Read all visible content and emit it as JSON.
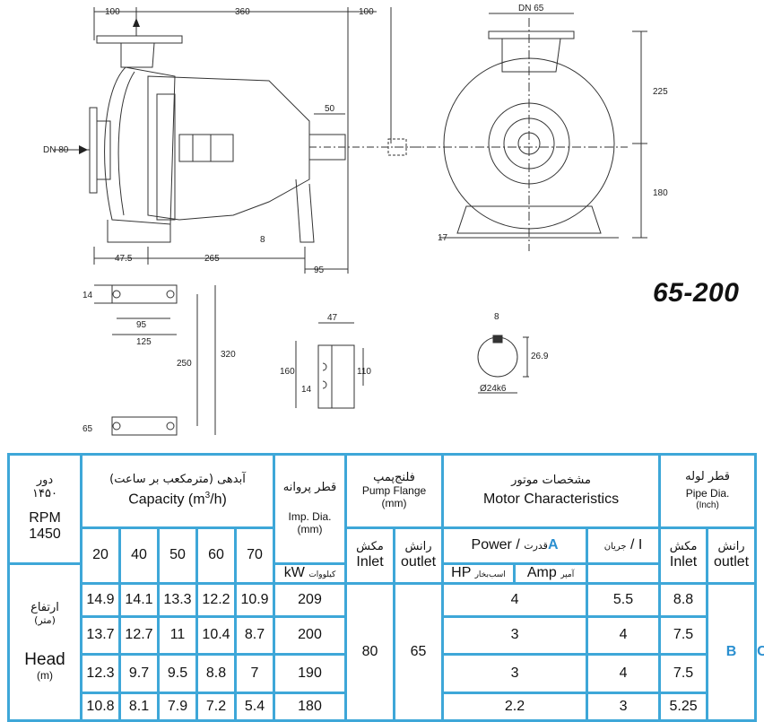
{
  "drawing": {
    "model": "65-200",
    "dims": {
      "d100a": "100",
      "d360": "360",
      "d100b": "100",
      "dn65": "DN 65",
      "d50": "50",
      "dn80": "DN 80",
      "d225": "225",
      "d180": "180",
      "d8": "8",
      "d17": "17",
      "d475": "47.5",
      "d265": "265",
      "d95a": "95",
      "d14a": "14",
      "d95b": "95",
      "d125": "125",
      "d250": "250",
      "d320": "320",
      "d65": "65",
      "d47": "47",
      "d160": "160",
      "d110": "110",
      "d14b": "14",
      "d8b": "8",
      "d269": "26.9",
      "d24k6": "Ø24k6"
    }
  },
  "table": {
    "rpm_fa": "دور",
    "rpm_fa_value": "۱۴۵۰",
    "rpm_en": "RPM",
    "rpm_en_value": "1450",
    "capacity_fa": "آبدهی (مترمکعب بر ساعت)",
    "capacity_en_pre": "Capacity (m",
    "capacity_en_sup": "3",
    "capacity_en_post": "/h)",
    "imp_fa": "قطر پروانه",
    "imp_en": "Imp. Dia.",
    "imp_unit": "(mm)",
    "flange_fa": "فلنج‌پمپ",
    "flange_en": "Pump Flange",
    "flange_unit": "(mm)",
    "motor_fa": "مشخصات موتور",
    "motor_en": "Motor Characteristics",
    "pipe_fa": "قطر لوله",
    "pipe_en": "Pipe Dia.",
    "pipe_unit": "(Inch)",
    "capacities": [
      "20",
      "40",
      "50",
      "60",
      "70"
    ],
    "inlet_fa": "مکش",
    "inlet_en": "Inlet",
    "outlet_fa": "رانش",
    "outlet_en": "outlet",
    "power_en": "Power",
    "power_sep": "/",
    "power_fa": "قدرت",
    "power_mark": "A",
    "current_fa": "جریان",
    "current_sep": "/",
    "current_en": "I",
    "kw_en": "kW",
    "kw_fa": "کیلووات",
    "hp_en": "HP",
    "hp_fa": "اسب‌بخار",
    "amp_en": "Amp",
    "amp_fa": "آمپر",
    "head_fa": "ارتفاع",
    "head_fa_unit": "(متر)",
    "head_en": "Head",
    "head_en_unit": "(m)",
    "rows": [
      {
        "heads": [
          "14.9",
          "14.1",
          "13.3",
          "12.2",
          "10.9"
        ],
        "imp": "209",
        "kw": "4",
        "hp": "5.5",
        "amp": "8.8"
      },
      {
        "heads": [
          "13.7",
          "12.7",
          "11",
          "10.4",
          "8.7"
        ],
        "imp": "200",
        "kw": "3",
        "hp": "4",
        "amp": "7.5"
      },
      {
        "heads": [
          "12.3",
          "9.7",
          "9.5",
          "8.8",
          "7"
        ],
        "imp": "190",
        "kw": "3",
        "hp": "4",
        "amp": "7.5"
      },
      {
        "heads": [
          "10.8",
          "8.1",
          "7.9",
          "7.2",
          "5.4"
        ],
        "imp": "180",
        "kw": "2.2",
        "hp": "3",
        "amp": "5.25"
      }
    ],
    "flange_inlet": "80",
    "flange_outlet": "65",
    "pipe_inlet": "B",
    "pipe_outlet": "C"
  }
}
